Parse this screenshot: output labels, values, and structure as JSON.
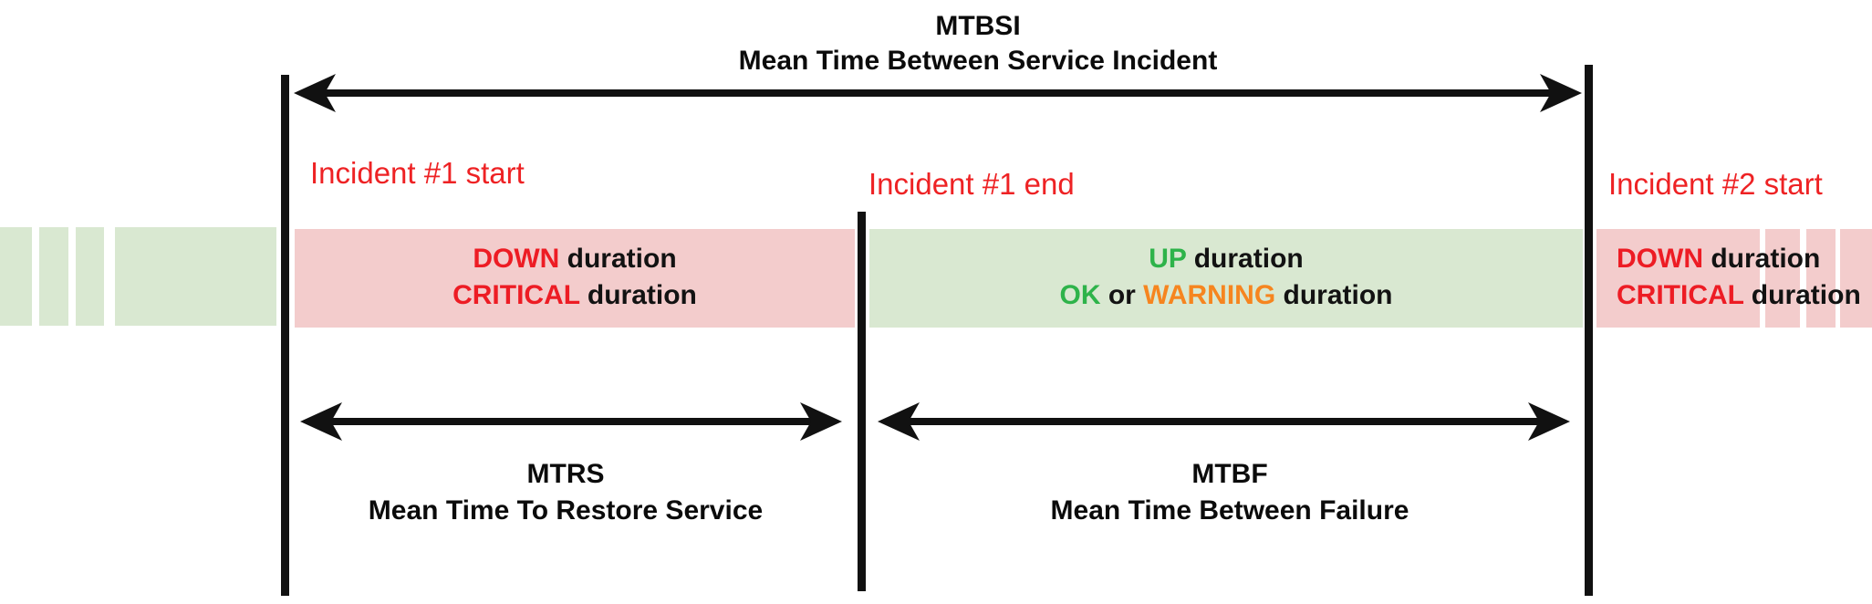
{
  "title": {
    "abbr": "MTBSI",
    "full": "Mean Time Between Service Incident"
  },
  "incidents": {
    "start1": "Incident #1 start",
    "end1": "Incident #1 end",
    "start2": "Incident #2 start"
  },
  "bands": {
    "down": {
      "line1_keyword": "DOWN",
      "line1_rest": "duration",
      "line2_keyword": "CRITICAL",
      "line2_rest": "duration"
    },
    "up": {
      "line1_keyword": "UP",
      "line1_rest": "duration",
      "line2_ok": "OK",
      "line2_or": "or",
      "line2_warning": "WARNING",
      "line2_rest": "duration"
    }
  },
  "measures": {
    "mtrs": {
      "abbr": "MTRS",
      "full": "Mean Time To Restore Service"
    },
    "mtbf": {
      "abbr": "MTBF",
      "full": "Mean Time Between Failure"
    }
  },
  "colors": {
    "band_green": "#d9e8d1",
    "band_pink": "#f3cccc",
    "keyword_red": "#ed1c24",
    "keyword_green": "#2eb34a",
    "keyword_orange": "#f6851f",
    "label_red": "#ee2224",
    "bar_black": "#111111"
  }
}
